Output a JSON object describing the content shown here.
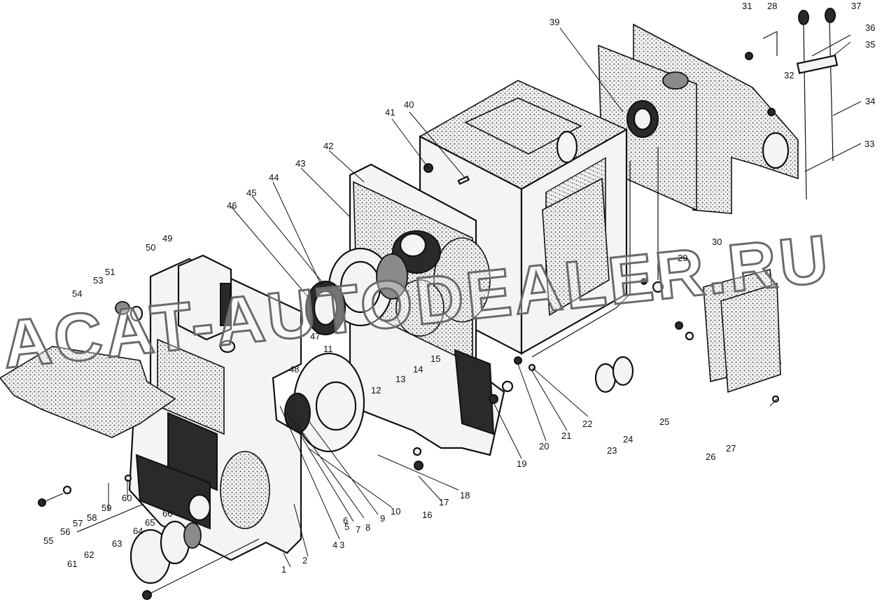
{
  "watermark": "ACAT-AUTODEALER.RU",
  "callouts": [
    "1",
    "2",
    "3",
    "4",
    "5",
    "6",
    "7",
    "8",
    "9",
    "10",
    "11",
    "12",
    "13",
    "14",
    "15",
    "16",
    "17",
    "18",
    "19",
    "20",
    "21",
    "22",
    "23",
    "24",
    "25",
    "26",
    "27",
    "28",
    "29",
    "30",
    "31",
    "32",
    "33",
    "34",
    "35",
    "36",
    "37",
    "39",
    "40",
    "41",
    "42",
    "43",
    "44",
    "45",
    "46",
    "47",
    "48",
    "49",
    "50",
    "51",
    "53",
    "54",
    "55",
    "56",
    "57",
    "58",
    "59",
    "60",
    "61",
    "62",
    "63",
    "64",
    "65",
    "66"
  ]
}
